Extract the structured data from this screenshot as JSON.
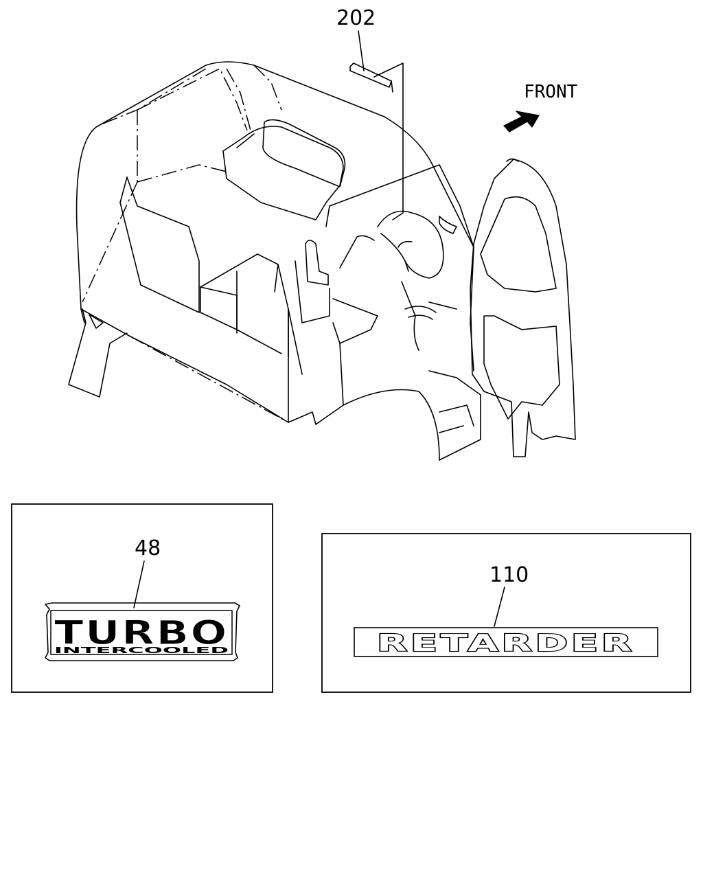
{
  "callouts": {
    "part_202": "202",
    "part_48": "48",
    "part_110": "110"
  },
  "direction_label": "FRONT",
  "emblem_turbo": {
    "main": "TURBO",
    "sub": "INTERCOOLED"
  },
  "emblem_retarder": {
    "text": "RETARDER"
  }
}
